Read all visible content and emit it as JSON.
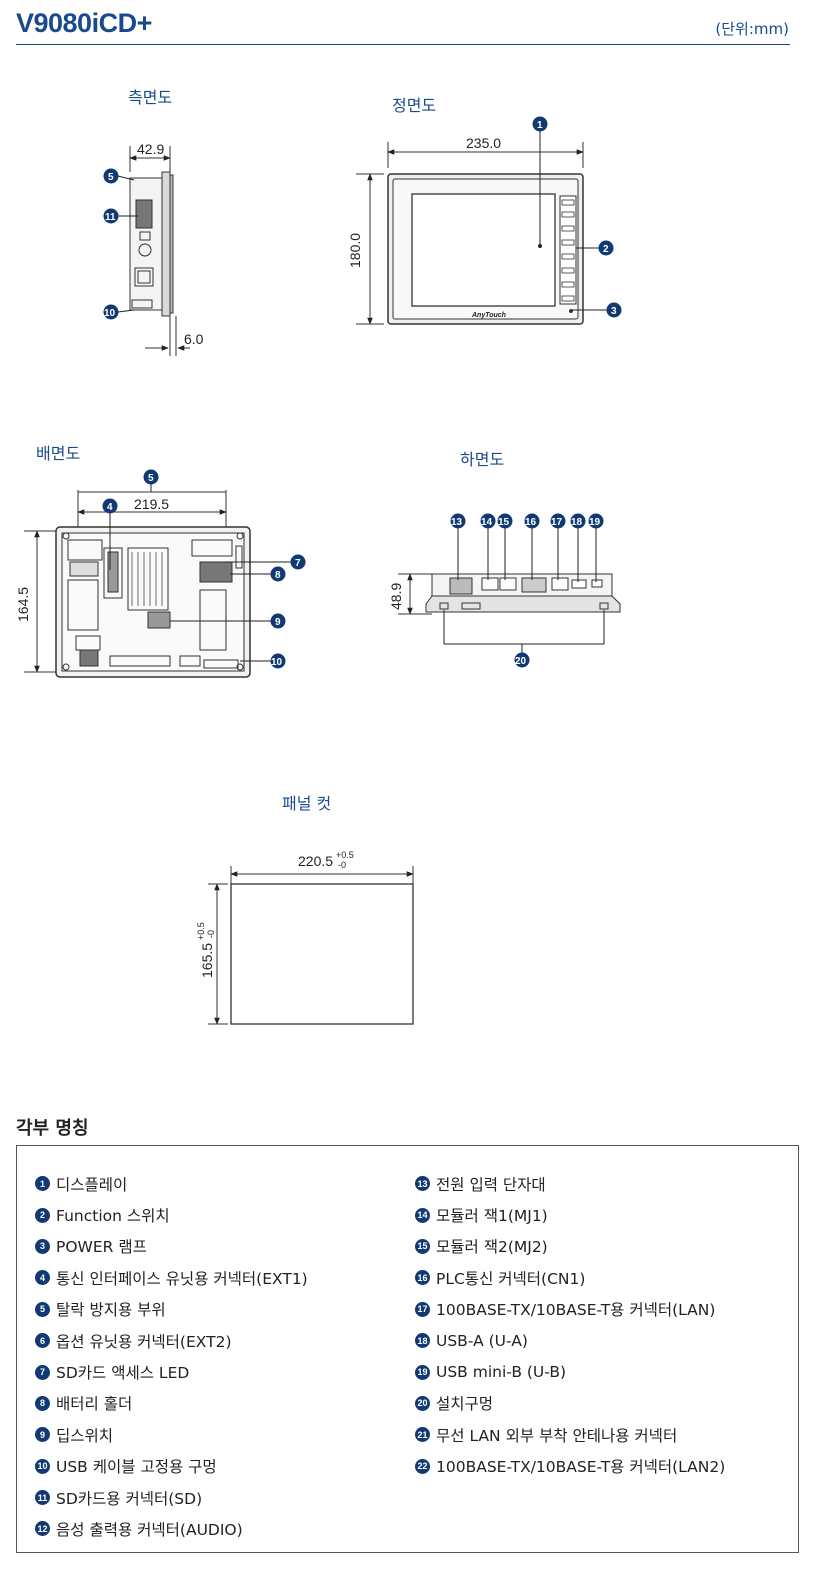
{
  "header": {
    "title": "V9080iCD+",
    "unit": "(단위:mm)"
  },
  "views": {
    "side": "측면도",
    "front": "정면도",
    "rear": "배면도",
    "bottom": "하면도",
    "panel_cut": "패널 컷"
  },
  "dimensions": {
    "side_depth": "42.9",
    "side_panel": "6.0",
    "front_width": "235.0",
    "front_height": "180.0",
    "rear_width": "219.5",
    "rear_height": "164.5",
    "bottom_height": "48.9",
    "cut_width": "220.5",
    "cut_width_tol_upper": "+0.5",
    "cut_width_tol_lower": "-0",
    "cut_height": "165.5",
    "cut_height_tol_upper": "+0.5",
    "cut_height_tol_lower": "-0"
  },
  "front_brand": "AnyTouch",
  "parts_heading": "각부 명칭",
  "parts": [
    {
      "num": "1",
      "label": "디스플레이"
    },
    {
      "num": "2",
      "label": "Function 스위치"
    },
    {
      "num": "3",
      "label": "POWER 램프"
    },
    {
      "num": "4",
      "label": "통신 인터페이스 유닛용 커넥터(EXT1)"
    },
    {
      "num": "5",
      "label": "탈락 방지용 부위"
    },
    {
      "num": "6",
      "label": "옵션 유닛용 커넥터(EXT2)"
    },
    {
      "num": "7",
      "label": "SD카드 액세스 LED"
    },
    {
      "num": "8",
      "label": "배터리 홀더"
    },
    {
      "num": "9",
      "label": "딥스위치"
    },
    {
      "num": "10",
      "label": "USB 케이블 고정용 구멍"
    },
    {
      "num": "11",
      "label": "SD카드용 커넥터(SD)"
    },
    {
      "num": "12",
      "label": "음성 출력용 커넥터(AUDIO)"
    },
    {
      "num": "13",
      "label": "전원 입력 단자대"
    },
    {
      "num": "14",
      "label": "모듈러 잭1(MJ1)"
    },
    {
      "num": "15",
      "label": "모듈러 잭2(MJ2)"
    },
    {
      "num": "16",
      "label": "PLC통신 커넥터(CN1)"
    },
    {
      "num": "17",
      "label": "100BASE-TX/10BASE-T용 커넥터(LAN)"
    },
    {
      "num": "18",
      "label": "USB-A (U-A)"
    },
    {
      "num": "19",
      "label": "USB mini-B (U-B)"
    },
    {
      "num": "20",
      "label": "설치구멍"
    },
    {
      "num": "21",
      "label": "무선 LAN 외부 부착 안테나용 커넥터"
    },
    {
      "num": "22",
      "label": "100BASE-TX/10BASE-T용 커넥터(LAN2)"
    }
  ]
}
